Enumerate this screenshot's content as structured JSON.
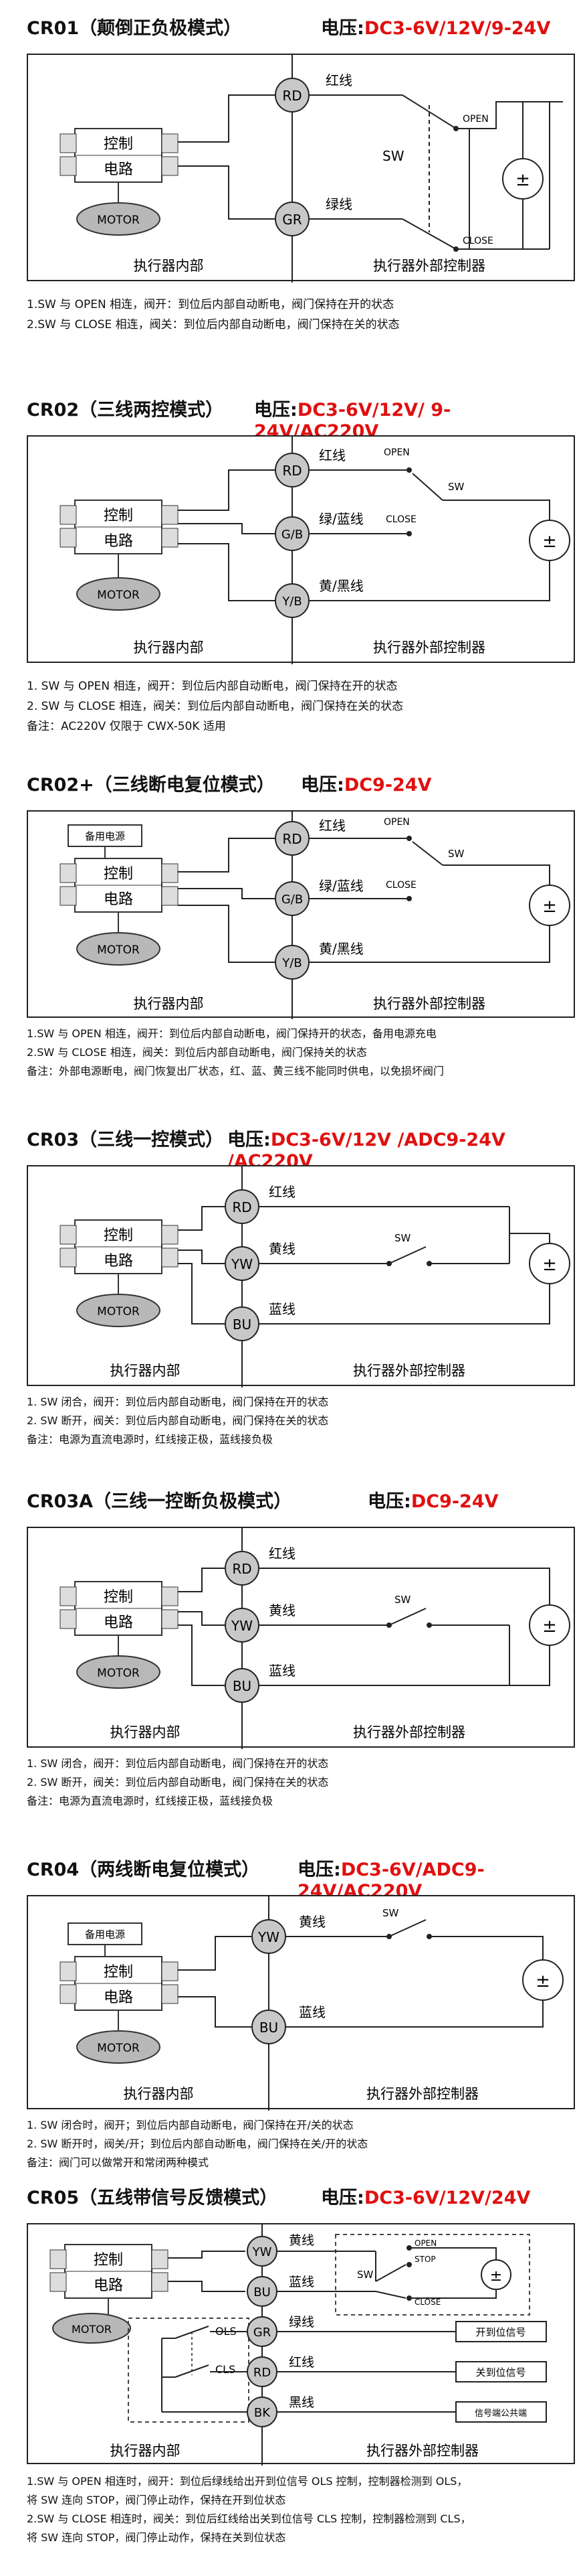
{
  "common": {
    "control_line1": "控制",
    "control_line2": "电路",
    "motor": "MOTOR",
    "inside": "执行器内部",
    "outside": "执行器外部控制器",
    "battery": "±",
    "backup_power": "备用电源",
    "sw": "SW",
    "open": "OPEN",
    "close": "CLOSE",
    "stop": "STOP"
  },
  "sections": [
    {
      "title": "CR01（颠倒正负极模式）",
      "volt_label": "电压:",
      "volt_value": "DC3-6V/12V/9-24V",
      "wires": [
        {
          "term": "RD",
          "label": "红线"
        },
        {
          "term": "GR",
          "label": "绿线"
        }
      ],
      "notes": [
        "1.SW 与 OPEN 相连，阀开：到位后内部自动断电，阀门保持在开的状态",
        "2.SW 与 CLOSE 相连，阀关：到位后内部自动断电，阀门保持在关的状态"
      ]
    },
    {
      "title": "CR02（三线两控模式）",
      "volt_label": "电压:",
      "volt_value": "DC3-6V/12V/ 9-24V/AC220V",
      "wires": [
        {
          "term": "RD",
          "label": "红线"
        },
        {
          "term": "G/B",
          "label": "绿/蓝线"
        },
        {
          "term": "Y/B",
          "label": "黄/黑线"
        }
      ],
      "notes": [
        "1. SW 与 OPEN 相连，阀开：到位后内部自动断电，阀门保持在开的状态",
        "2. SW 与 CLOSE 相连，阀关：到位后内部自动断电，阀门保持在关的状态",
        "备注：AC220V 仅限于 CWX-50K 适用"
      ]
    },
    {
      "title": "CR02+（三线断电复位模式）",
      "volt_label": "电压:",
      "volt_value": "DC9-24V",
      "wires": [
        {
          "term": "RD",
          "label": "红线"
        },
        {
          "term": "G/B",
          "label": "绿/蓝线"
        },
        {
          "term": "Y/B",
          "label": "黄/黑线"
        }
      ],
      "notes": [
        "1.SW 与 OPEN 相连，阀开：到位后内部自动断电，阀门保持开的状态，备用电源充电",
        "2.SW 与 CLOSE 相连，阀关：到位后内部自动断电，阀门保持关的状态",
        "备注：外部电源断电，阀门恢复出厂状态，红、蓝、黄三线不能同时供电，以免损坏阀门"
      ]
    },
    {
      "title": "CR03（三线一控模式）",
      "volt_label": "电压:",
      "volt_value": "DC3-6V/12V /ADC9-24V /AC220V",
      "wires": [
        {
          "term": "RD",
          "label": "红线"
        },
        {
          "term": "YW",
          "label": "黄线"
        },
        {
          "term": "BU",
          "label": "蓝线"
        }
      ],
      "notes": [
        "1. SW 闭合，阀开：到位后内部自动断电，阀门保持在开的状态",
        "2. SW 断开，阀关：到位后内部自动断电，阀门保持在关的状态",
        "备注：电源为直流电源时，红线接正极，蓝线接负极"
      ]
    },
    {
      "title": "CR03A（三线一控断负极模式）",
      "volt_label": "电压:",
      "volt_value": "DC9-24V",
      "wires": [
        {
          "term": "RD",
          "label": "红线"
        },
        {
          "term": "YW",
          "label": "黄线"
        },
        {
          "term": "BU",
          "label": "蓝线"
        }
      ],
      "notes": [
        "1. SW 闭合，阀开：到位后内部自动断电，阀门保持在开的状态",
        "2. SW 断开，阀关：到位后内部自动断电，阀门保持在关的状态",
        "备注：电源为直流电源时，红线接正极，蓝线接负极"
      ]
    },
    {
      "title": "CR04（两线断电复位模式）",
      "volt_label": "电压:",
      "volt_value": "DC3-6V/ADC9-24V/AC220V",
      "wires": [
        {
          "term": "YW",
          "label": "黄线"
        },
        {
          "term": "BU",
          "label": "蓝线"
        }
      ],
      "notes": [
        "1. SW 闭合时，阀开；到位后内部自动断电，阀门保持在开/关的状态",
        "2. SW 断开时，阀关/开；到位后内部自动断电，阀门保持在关/开的状态",
        "备注：阀门可以做常开和常闭两种模式"
      ]
    },
    {
      "title": "CR05（五线带信号反馈模式）",
      "volt_label": "电压:",
      "volt_value": "DC3-6V/12V/24V",
      "wires": [
        {
          "term": "YW",
          "label": "黄线"
        },
        {
          "term": "BU",
          "label": "蓝线"
        },
        {
          "term": "GR",
          "label": "绿线"
        },
        {
          "term": "RD",
          "label": "红线"
        },
        {
          "term": "BK",
          "label": "黑线"
        }
      ],
      "ols": "OLS",
      "cls": "CLS",
      "signal_open": "开到位信号",
      "signal_close": "关到位信号",
      "signal_common": "信号端公共端",
      "notes": [
        "1.SW 与 OPEN 相连时，阀开：到位后绿线给出开到位信号 OLS 控制，控制器检测到 OLS，",
        "将 SW 连向 STOP，阀门停止动作，保持在开到位状态",
        "2.SW 与 CLOSE 相连时，阀关：到位后红线给出关到位信号 CLS 控制，控制器检测到 CLS，",
        "将 SW 连向 STOP，阀门停止动作，保持在关到位状态"
      ]
    }
  ],
  "colors": {
    "voltage": "#e01010",
    "terminal_fill": "#c8c8c8",
    "motor_fill": "#b8b8b8"
  }
}
